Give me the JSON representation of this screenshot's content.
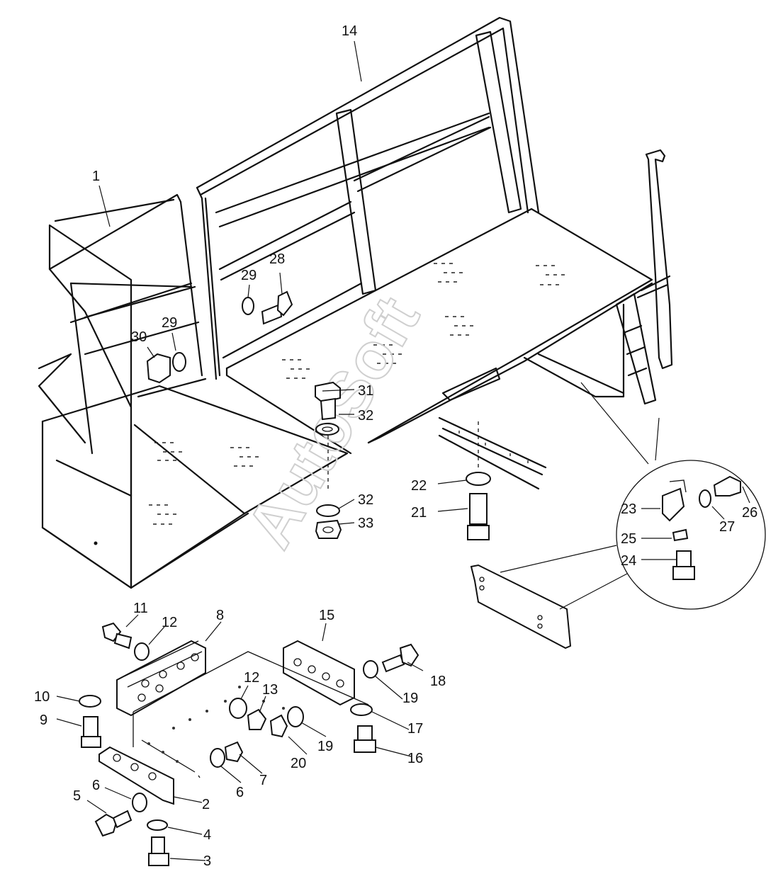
{
  "watermark": "AutoSoft",
  "callouts": {
    "c1": "1",
    "c2": "2",
    "c3": "3",
    "c4": "4",
    "c5": "5",
    "c6a": "6",
    "c6b": "6",
    "c7": "7",
    "c8": "8",
    "c9": "9",
    "c10": "10",
    "c11": "11",
    "c12a": "12",
    "c12b": "12",
    "c13": "13",
    "c14": "14",
    "c15": "15",
    "c16": "16",
    "c17": "17",
    "c18": "18",
    "c19a": "19",
    "c19b": "19",
    "c20": "20",
    "c21": "21",
    "c22": "22",
    "c23": "23",
    "c24": "24",
    "c25": "25",
    "c26": "26",
    "c27": "27",
    "c28": "28",
    "c29a": "29",
    "c29b": "29",
    "c30": "30",
    "c31": "31",
    "c32a": "32",
    "c32b": "32",
    "c33": "33"
  }
}
